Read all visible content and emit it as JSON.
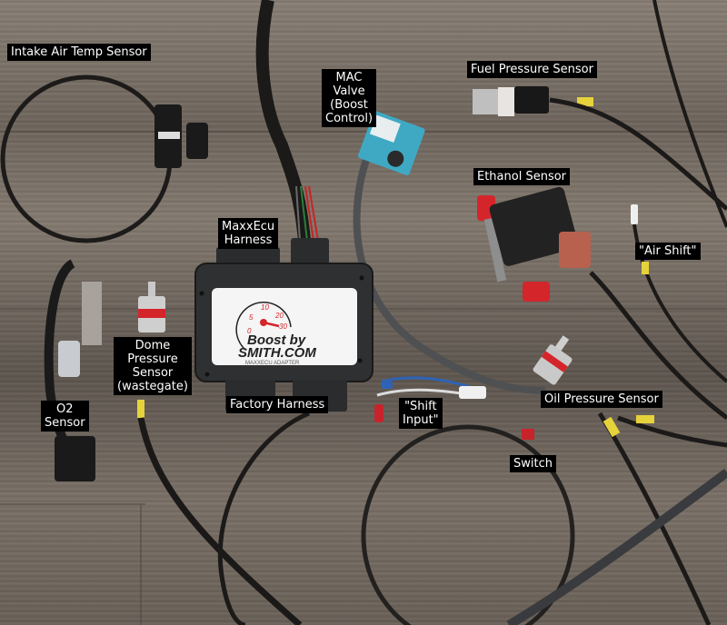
{
  "image": {
    "description": "Photo of a MaxxEcu adapter harness kit laid out on a wood surface with labeled sensors and connectors",
    "box_label": {
      "brand_line1": "Boost by",
      "brand_line2": "SMITH.COM",
      "subtitle": "MAXXECU ADAPTER",
      "gauge_ticks": [
        "0",
        "5",
        "10",
        "20",
        "30"
      ]
    }
  },
  "labels": [
    {
      "id": "intake-air-temp-sensor",
      "text": "Intake Air Temp Sensor"
    },
    {
      "id": "mac-valve",
      "text": "MAC\nValve\n(Boost\nControl)"
    },
    {
      "id": "fuel-pressure-sensor",
      "text": "Fuel Pressure Sensor"
    },
    {
      "id": "ethanol-sensor",
      "text": "Ethanol Sensor"
    },
    {
      "id": "air-shift",
      "text": "\"Air Shift\""
    },
    {
      "id": "maxxecu-harness",
      "text": "MaxxEcu\nHarness"
    },
    {
      "id": "o2-sensor",
      "text": "O2\nSensor"
    },
    {
      "id": "dome-pressure-sensor",
      "text": "Dome\nPressure\nSensor\n(wastegate)"
    },
    {
      "id": "factory-harness",
      "text": "Factory Harness"
    },
    {
      "id": "shift-input",
      "text": "\"Shift\nInput\""
    },
    {
      "id": "oil-pressure-sensor",
      "text": "Oil Pressure Sensor"
    },
    {
      "id": "switch",
      "text": "Switch"
    }
  ],
  "colors": {
    "label_bg": "#000000",
    "label_text": "#ffffff",
    "mac_valve": "#3fa9c4",
    "red_cap": "#d4252b",
    "ethanol_connector": "#b8614e",
    "tag_yellow": "#e6d23a"
  }
}
